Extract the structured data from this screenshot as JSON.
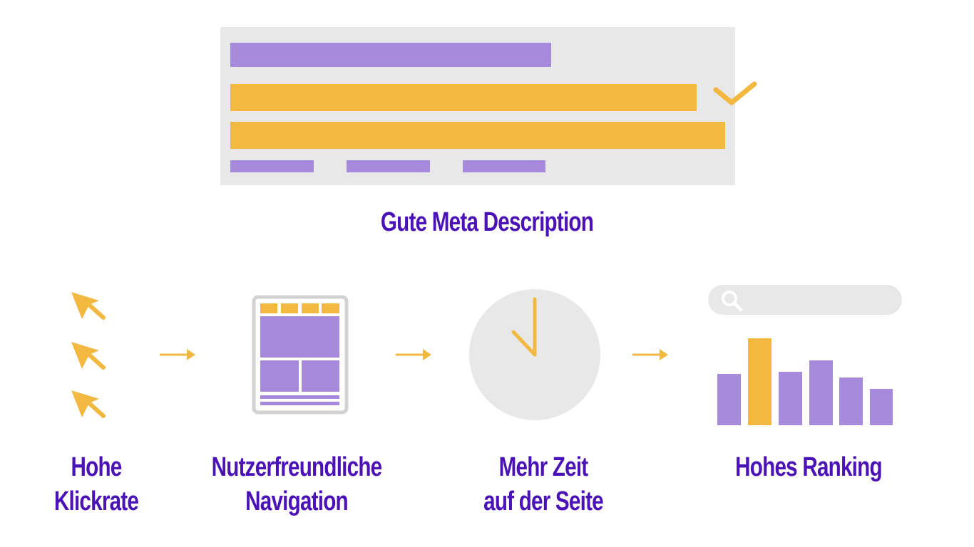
{
  "title": "Gute Meta Description",
  "steps": [
    {
      "icon": "cursor-arrows-icon",
      "label_lines": [
        "Hohe",
        "Klickrate"
      ]
    },
    {
      "icon": "website-layout-icon",
      "label_lines": [
        "Nutzerfreundliche",
        "Navigation"
      ]
    },
    {
      "icon": "clock-icon",
      "label_lines": [
        "Mehr Zeit",
        "auf der Seite"
      ]
    },
    {
      "icon": "ranking-chart-icon",
      "label_lines": [
        "Hohes Ranking"
      ]
    }
  ],
  "colors": {
    "purple": "#a68adb",
    "yellow": "#f3b840",
    "gray": "#e8e8e8",
    "text": "#4b12b8"
  }
}
